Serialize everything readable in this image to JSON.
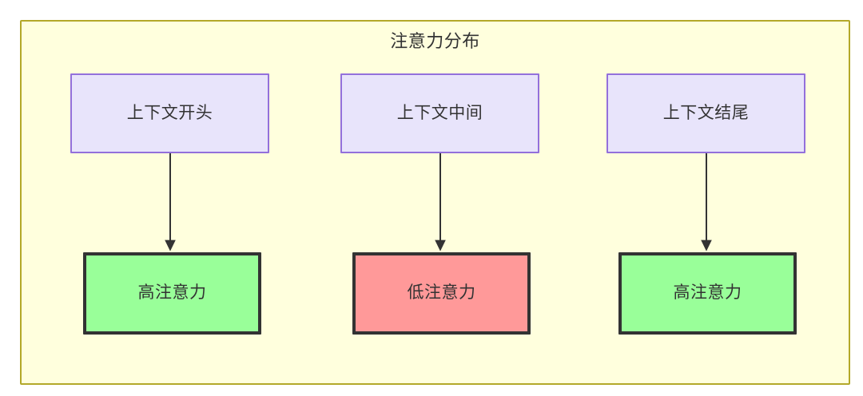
{
  "diagram": {
    "type": "flowchart",
    "title": "注意力分布",
    "background_color": "#ffffff",
    "cluster": {
      "label": "注意力分布",
      "fill": "#ffffdd",
      "stroke": "#b3a829"
    },
    "nodes": [
      {
        "id": "ctx-start",
        "label": "上下文开头",
        "group": "context",
        "fill": "#e8e4fb",
        "stroke": "#9370db"
      },
      {
        "id": "ctx-middle",
        "label": "上下文中间",
        "group": "context",
        "fill": "#e8e4fb",
        "stroke": "#9370db"
      },
      {
        "id": "ctx-end",
        "label": "上下文结尾",
        "group": "context",
        "fill": "#e8e4fb",
        "stroke": "#9370db"
      },
      {
        "id": "att-left",
        "label": "高注意力",
        "group": "attention",
        "fill": "#99ff99",
        "stroke": "#333333"
      },
      {
        "id": "att-center",
        "label": "低注意力",
        "group": "attention",
        "fill": "#ff9999",
        "stroke": "#333333"
      },
      {
        "id": "att-right",
        "label": "高注意力",
        "group": "attention",
        "fill": "#99ff99",
        "stroke": "#333333"
      }
    ],
    "edges": [
      {
        "from": "ctx-start",
        "to": "att-left",
        "arrow": "down"
      },
      {
        "from": "ctx-middle",
        "to": "att-center",
        "arrow": "down"
      },
      {
        "from": "ctx-end",
        "to": "att-right",
        "arrow": "down"
      }
    ]
  }
}
